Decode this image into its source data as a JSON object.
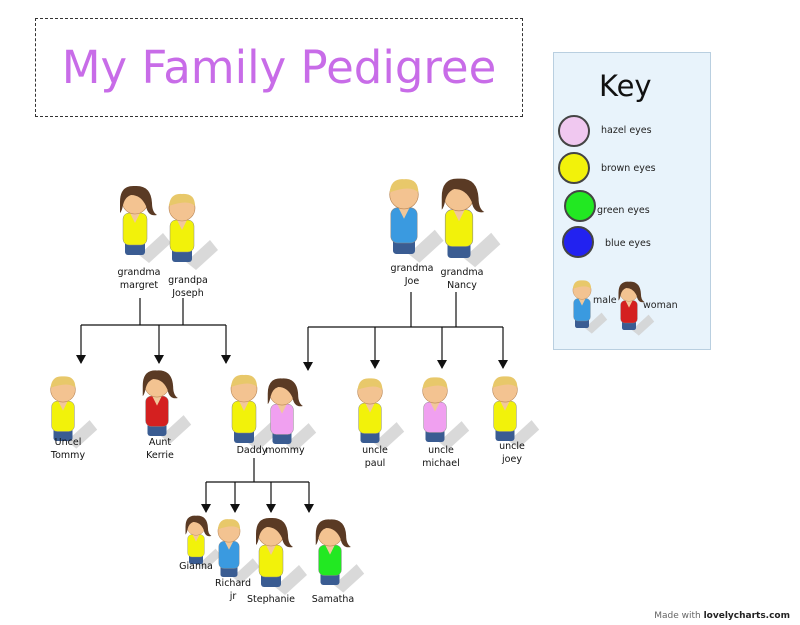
{
  "title": "My Family Pedigree",
  "key": {
    "title": "Key",
    "eye_colors": [
      {
        "label": "hazel eyes",
        "color": "#f0c8f0"
      },
      {
        "label": "brown eyes",
        "color": "#f2f20a"
      },
      {
        "label": "green eyes",
        "color": "#22e822"
      },
      {
        "label": "blue eyes",
        "color": "#2222f0"
      }
    ],
    "male_label": "male",
    "female_label": "woman"
  },
  "colors": {
    "hazel": "#f0a0f0",
    "brown": "#f2f20a",
    "green": "#22e822",
    "blue": "#3a9ae0",
    "red": "#d42020"
  },
  "people": [
    {
      "id": "grandma-margret",
      "label": [
        "grandma",
        "margret"
      ],
      "gender": "female",
      "shirt": "brown"
    },
    {
      "id": "grandpa-joseph",
      "label": [
        "grandpa",
        "Joseph"
      ],
      "gender": "male",
      "shirt": "brown"
    },
    {
      "id": "grandma-joe",
      "label": [
        "grandma",
        "Joe"
      ],
      "gender": "male",
      "shirt": "blue"
    },
    {
      "id": "grandma-nancy",
      "label": [
        "grandma",
        "Nancy"
      ],
      "gender": "female",
      "shirt": "brown"
    },
    {
      "id": "uncel-tommy",
      "label": [
        "Uncel",
        "Tommy"
      ],
      "gender": "male",
      "shirt": "brown"
    },
    {
      "id": "aunt-kerrie",
      "label": [
        "Aunt",
        "Kerrie"
      ],
      "gender": "female",
      "shirt": "red"
    },
    {
      "id": "daddy",
      "label": [
        "Daddy"
      ],
      "gender": "male",
      "shirt": "brown"
    },
    {
      "id": "mommy",
      "label": [
        "mommy"
      ],
      "gender": "female",
      "shirt": "hazel"
    },
    {
      "id": "uncle-paul",
      "label": [
        "uncle",
        "paul"
      ],
      "gender": "male",
      "shirt": "brown"
    },
    {
      "id": "uncle-michael",
      "label": [
        "uncle",
        "michael"
      ],
      "gender": "male",
      "shirt": "hazel"
    },
    {
      "id": "uncle-joey",
      "label": [
        "uncle",
        "joey"
      ],
      "gender": "male",
      "shirt": "brown"
    },
    {
      "id": "gianna",
      "label": [
        "Gianna"
      ],
      "gender": "female",
      "shirt": "brown"
    },
    {
      "id": "richard-jr",
      "label": [
        "Richard",
        "jr"
      ],
      "gender": "male",
      "shirt": "blue"
    },
    {
      "id": "stephanie",
      "label": [
        "Stephanie"
      ],
      "gender": "female",
      "shirt": "brown"
    },
    {
      "id": "samatha",
      "label": [
        "Samatha"
      ],
      "gender": "female",
      "shirt": "green"
    }
  ],
  "footer": {
    "prefix": "Made with",
    "brand": "lovelycharts.com"
  }
}
